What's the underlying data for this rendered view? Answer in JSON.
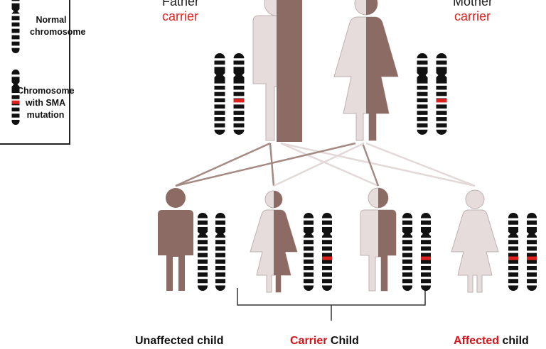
{
  "legend": {
    "normal_label": "Normal chromosome",
    "mutation_label": "Chromosome with SMA mutation"
  },
  "parents": {
    "father": {
      "name": "Father",
      "status": "carrier"
    },
    "mother": {
      "name": "Mother",
      "status": "carrier"
    }
  },
  "children": {
    "unaffected": {
      "label": "Unaffected child"
    },
    "carrier": {
      "highlight": "Carrier",
      "rest": " Child"
    },
    "affected": {
      "highlight": "Affected",
      "rest": " child"
    }
  },
  "colors": {
    "affected_fill": "#8b6b63",
    "normal_fill": "#e6dcdb",
    "mutation_band": "#e0211f",
    "label_red": "#e0211f",
    "line_dark": "#9b7f79",
    "line_light": "#d8cecd"
  }
}
